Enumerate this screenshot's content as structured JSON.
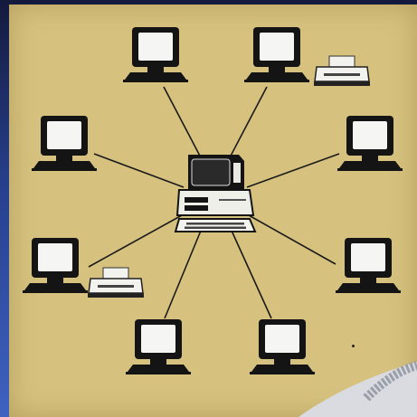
{
  "network": {
    "topology": "star",
    "hub": {
      "type": "desktop-computer-with-monitor"
    },
    "nodes": [
      {
        "type": "terminal",
        "position": "top-left",
        "printer": false
      },
      {
        "type": "terminal",
        "position": "top-right",
        "printer": true
      },
      {
        "type": "terminal",
        "position": "upper-left",
        "printer": false
      },
      {
        "type": "terminal",
        "position": "upper-right",
        "printer": false
      },
      {
        "type": "terminal",
        "position": "lower-left",
        "printer": true
      },
      {
        "type": "terminal",
        "position": "lower-right",
        "printer": false
      },
      {
        "type": "terminal",
        "position": "bottom-left",
        "printer": false
      },
      {
        "type": "terminal",
        "position": "bottom-right",
        "printer": false
      }
    ]
  },
  "colors": {
    "board": "#d6c27e",
    "frame": "#27408e",
    "device_body": "#141414",
    "screen": "#f5f5f3",
    "printer": "#f2f2ee",
    "cable": "#1a1a1a",
    "keyboard_prop": "#d9dbe0"
  }
}
